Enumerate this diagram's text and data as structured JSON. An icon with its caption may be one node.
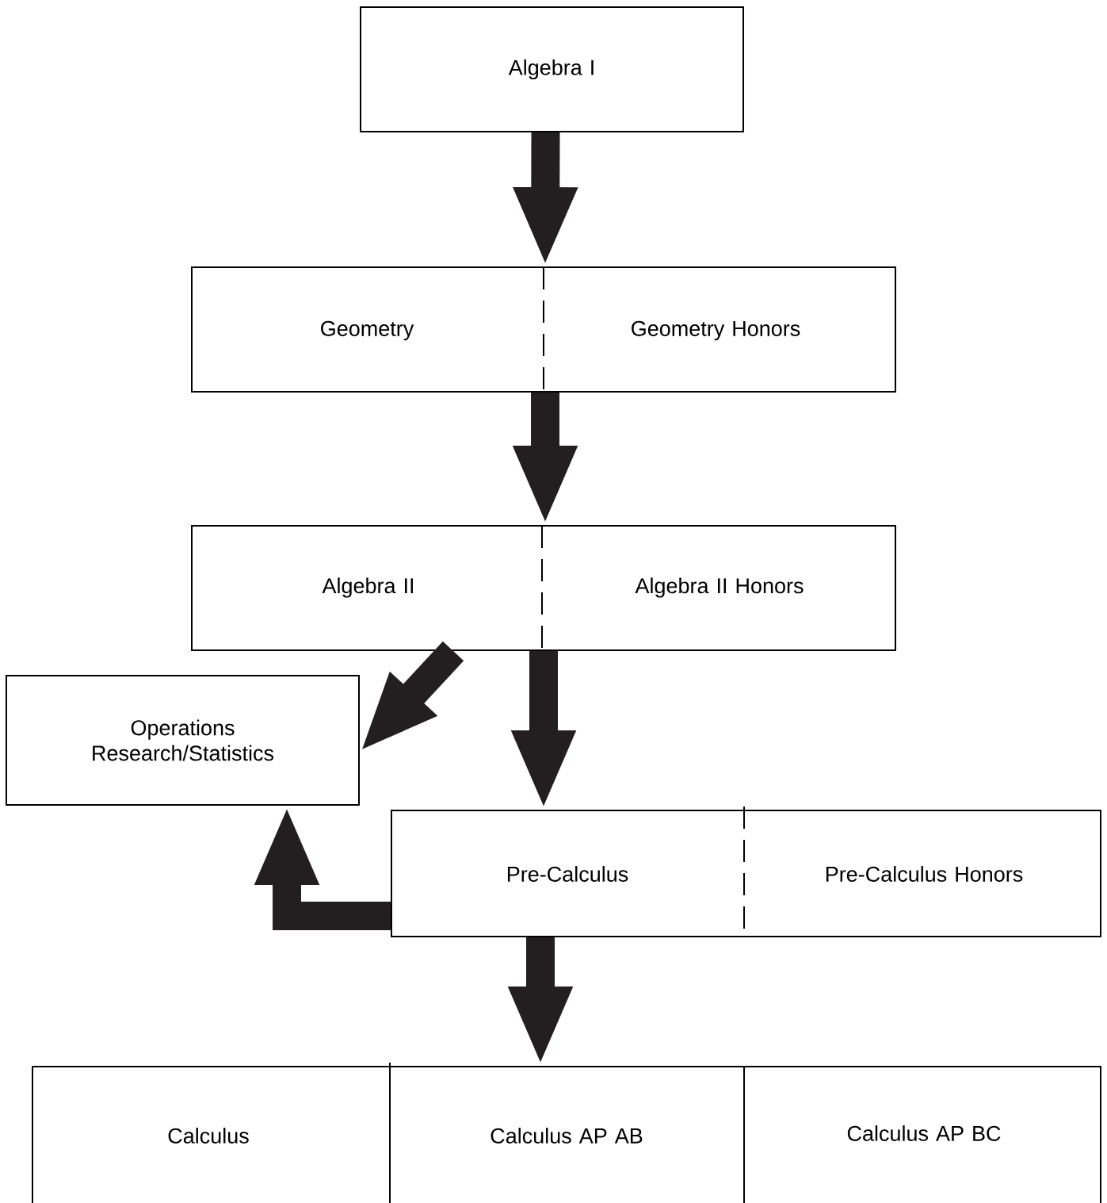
{
  "diagram": {
    "nodes": [
      {
        "text": [
          "Algebra I"
        ]
      },
      {
        "text": [],
        "shape": "box"
      },
      {
        "text": [
          "Geometry"
        ],
        "in": 1
      },
      {
        "text": [
          "Geometry Honors"
        ],
        "in": 1
      },
      {
        "text": [],
        "shape": "box"
      },
      {
        "text": [
          "Algebra II"
        ],
        "in": 4
      },
      {
        "text": [
          "Algebra II Honors"
        ],
        "in": 4
      },
      {
        "text": [
          "Operations Research/Statistics"
        ]
      },
      {
        "text": [],
        "shape": "box"
      },
      {
        "text": [
          "Pre-Calculus"
        ],
        "in": 8
      },
      {
        "text": [
          "Pre-Calculus Honors"
        ],
        "in": 8
      },
      {
        "text": [],
        "shape": "box"
      },
      {
        "text": [
          "Calculus"
        ],
        "in": 11
      },
      {
        "text": [
          "Calculus AP AB"
        ],
        "in": 11
      },
      {
        "text": [
          "Calculus AP BC"
        ],
        "in": 11
      }
    ],
    "edges": [
      {
        "from": 0,
        "to": 1,
        "arrow": "to"
      },
      {
        "from": 1,
        "to": 4,
        "arrow": "to"
      },
      {
        "from": 4,
        "to": 7,
        "arrow": "to"
      },
      {
        "from": 4,
        "to": 8,
        "arrow": "to"
      },
      {
        "from": 8,
        "to": 7,
        "arrow": "to"
      },
      {
        "from": 8,
        "to": 11,
        "arrow": "to"
      }
    ]
  }
}
